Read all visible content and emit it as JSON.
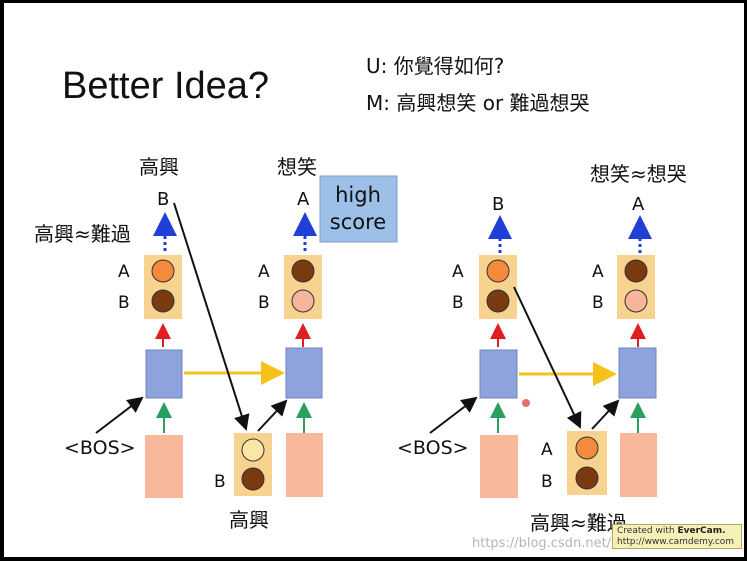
{
  "slide": {
    "title": "Better Idea?",
    "prompt_u": "U: 你覺得如何?",
    "prompt_m": "M: 高興想笑  or 難過想哭"
  },
  "left": {
    "top_label_1": "高興",
    "top_label_2": "想笑",
    "out_b": "B",
    "out_a": "A",
    "approx_label": "高興≈難過",
    "high_score_line1": "high",
    "high_score_line2": "score",
    "opt_a_1": "A",
    "opt_b_1": "B",
    "opt_a_2": "A",
    "opt_b_2": "B",
    "bos": "<BOS>",
    "low_b": "B",
    "bottom_label": "高興"
  },
  "right": {
    "top_label": "想笑≈想哭",
    "out_b": "B",
    "out_a": "A",
    "opt_a_1": "A",
    "opt_b_1": "B",
    "opt_a_2": "A",
    "opt_b_2": "B",
    "bos": "<BOS>",
    "low_a": "A",
    "low_b": "B",
    "bottom_label": "高興≈難過"
  },
  "watermark": {
    "created_with": "Created with",
    "brand": "EverCam.",
    "url": "http://www.camdemy.com"
  },
  "csdn": "https://blog.csdn.net/",
  "colors": {
    "hidden_box": "#8ea3dc",
    "input_box": "#f9b89c",
    "output_box": "#f8d38f",
    "dark_circle": "#7a3a10",
    "orange_circle": "#f58a3c",
    "light_circle": "#f7b59c",
    "pale_circle": "#fbe6a6",
    "high_score_box": "#9cc0e8",
    "yellow_arrow": "#f5c21a",
    "red_arrow": "#e02020",
    "green_arrow": "#2aa060",
    "blue_dots": "#1f3fd6"
  }
}
